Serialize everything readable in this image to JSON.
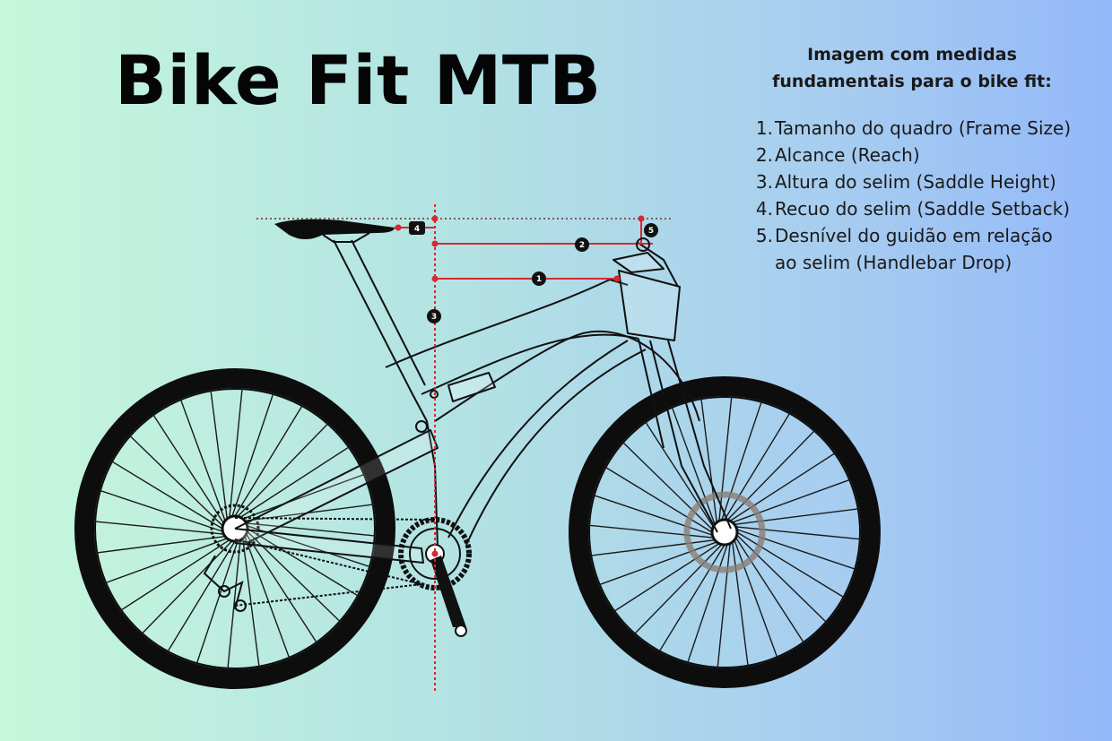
{
  "title": "Bike Fit MTB",
  "panel": {
    "heading": "Imagem com medidas fundamentais para o bike fit:",
    "items": [
      {
        "num": "1.",
        "text": "Tamanho do quadro (Frame Size)"
      },
      {
        "num": "2.",
        "text": "Alcance (Reach)"
      },
      {
        "num": "3.",
        "text": "Altura do selim (Saddle Height)"
      },
      {
        "num": "4.",
        "text": "Recuo do selim (Saddle Setback)"
      },
      {
        "num": "5.",
        "text": "Desnível do guidão em relação ao selim (Handlebar Drop)"
      }
    ]
  },
  "diagram": {
    "markers": [
      "1",
      "2",
      "3",
      "4",
      "5"
    ],
    "measure_color": "#d7282f",
    "frame_color": "#111111"
  }
}
